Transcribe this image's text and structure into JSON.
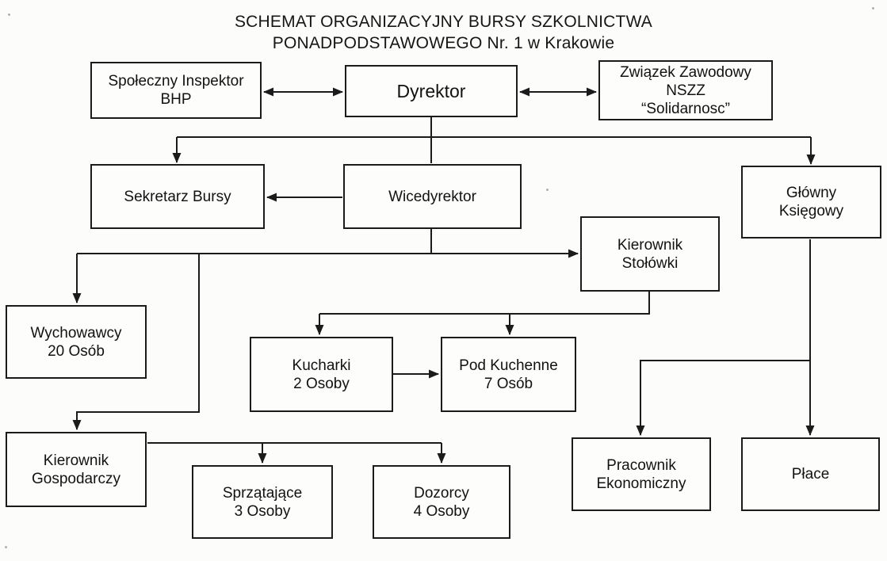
{
  "title": {
    "line1": "SCHEMAT ORGANIZACYJNY BURSY SZKOLNICTWA",
    "line2": "PONADPODSTAWOWEGO Nr. 1 w Krakowie"
  },
  "colors": {
    "ink": "#1b1b1b",
    "paper": "#fcfcfb"
  },
  "nodes": {
    "bhp": {
      "label": "Społeczny Inspektor\nBHP"
    },
    "dyrektor": {
      "label": "Dyrektor"
    },
    "zwiazek": {
      "label": "Związek Zawodowy\nNSZZ\n“Solidarnosc”"
    },
    "sekretarz": {
      "label": "Sekretarz Bursy"
    },
    "wicedyrektor": {
      "label": "Wicedyrektor"
    },
    "glowny_ksiegowy": {
      "label": "Główny\nKsięgowy"
    },
    "kierownik_stolowki": {
      "label": "Kierownik\nStołówki"
    },
    "wychowawcy": {
      "label": "Wychowawcy\n20 Osób"
    },
    "kucharki": {
      "label": "Kucharki\n2 Osoby"
    },
    "pod_kuchenne": {
      "label": "Pod Kuchenne\n7 Osób"
    },
    "kierownik_gospodarczy": {
      "label": "Kierownik\nGospodarczy"
    },
    "sprzatajace": {
      "label": "Sprzątające\n3 Osoby"
    },
    "dozorcy": {
      "label": "Dozorcy\n4 Osoby"
    },
    "pracownik_ekonomiczny": {
      "label": "Pracownik\nEkonomiczny"
    },
    "place": {
      "label": "Płace"
    }
  }
}
